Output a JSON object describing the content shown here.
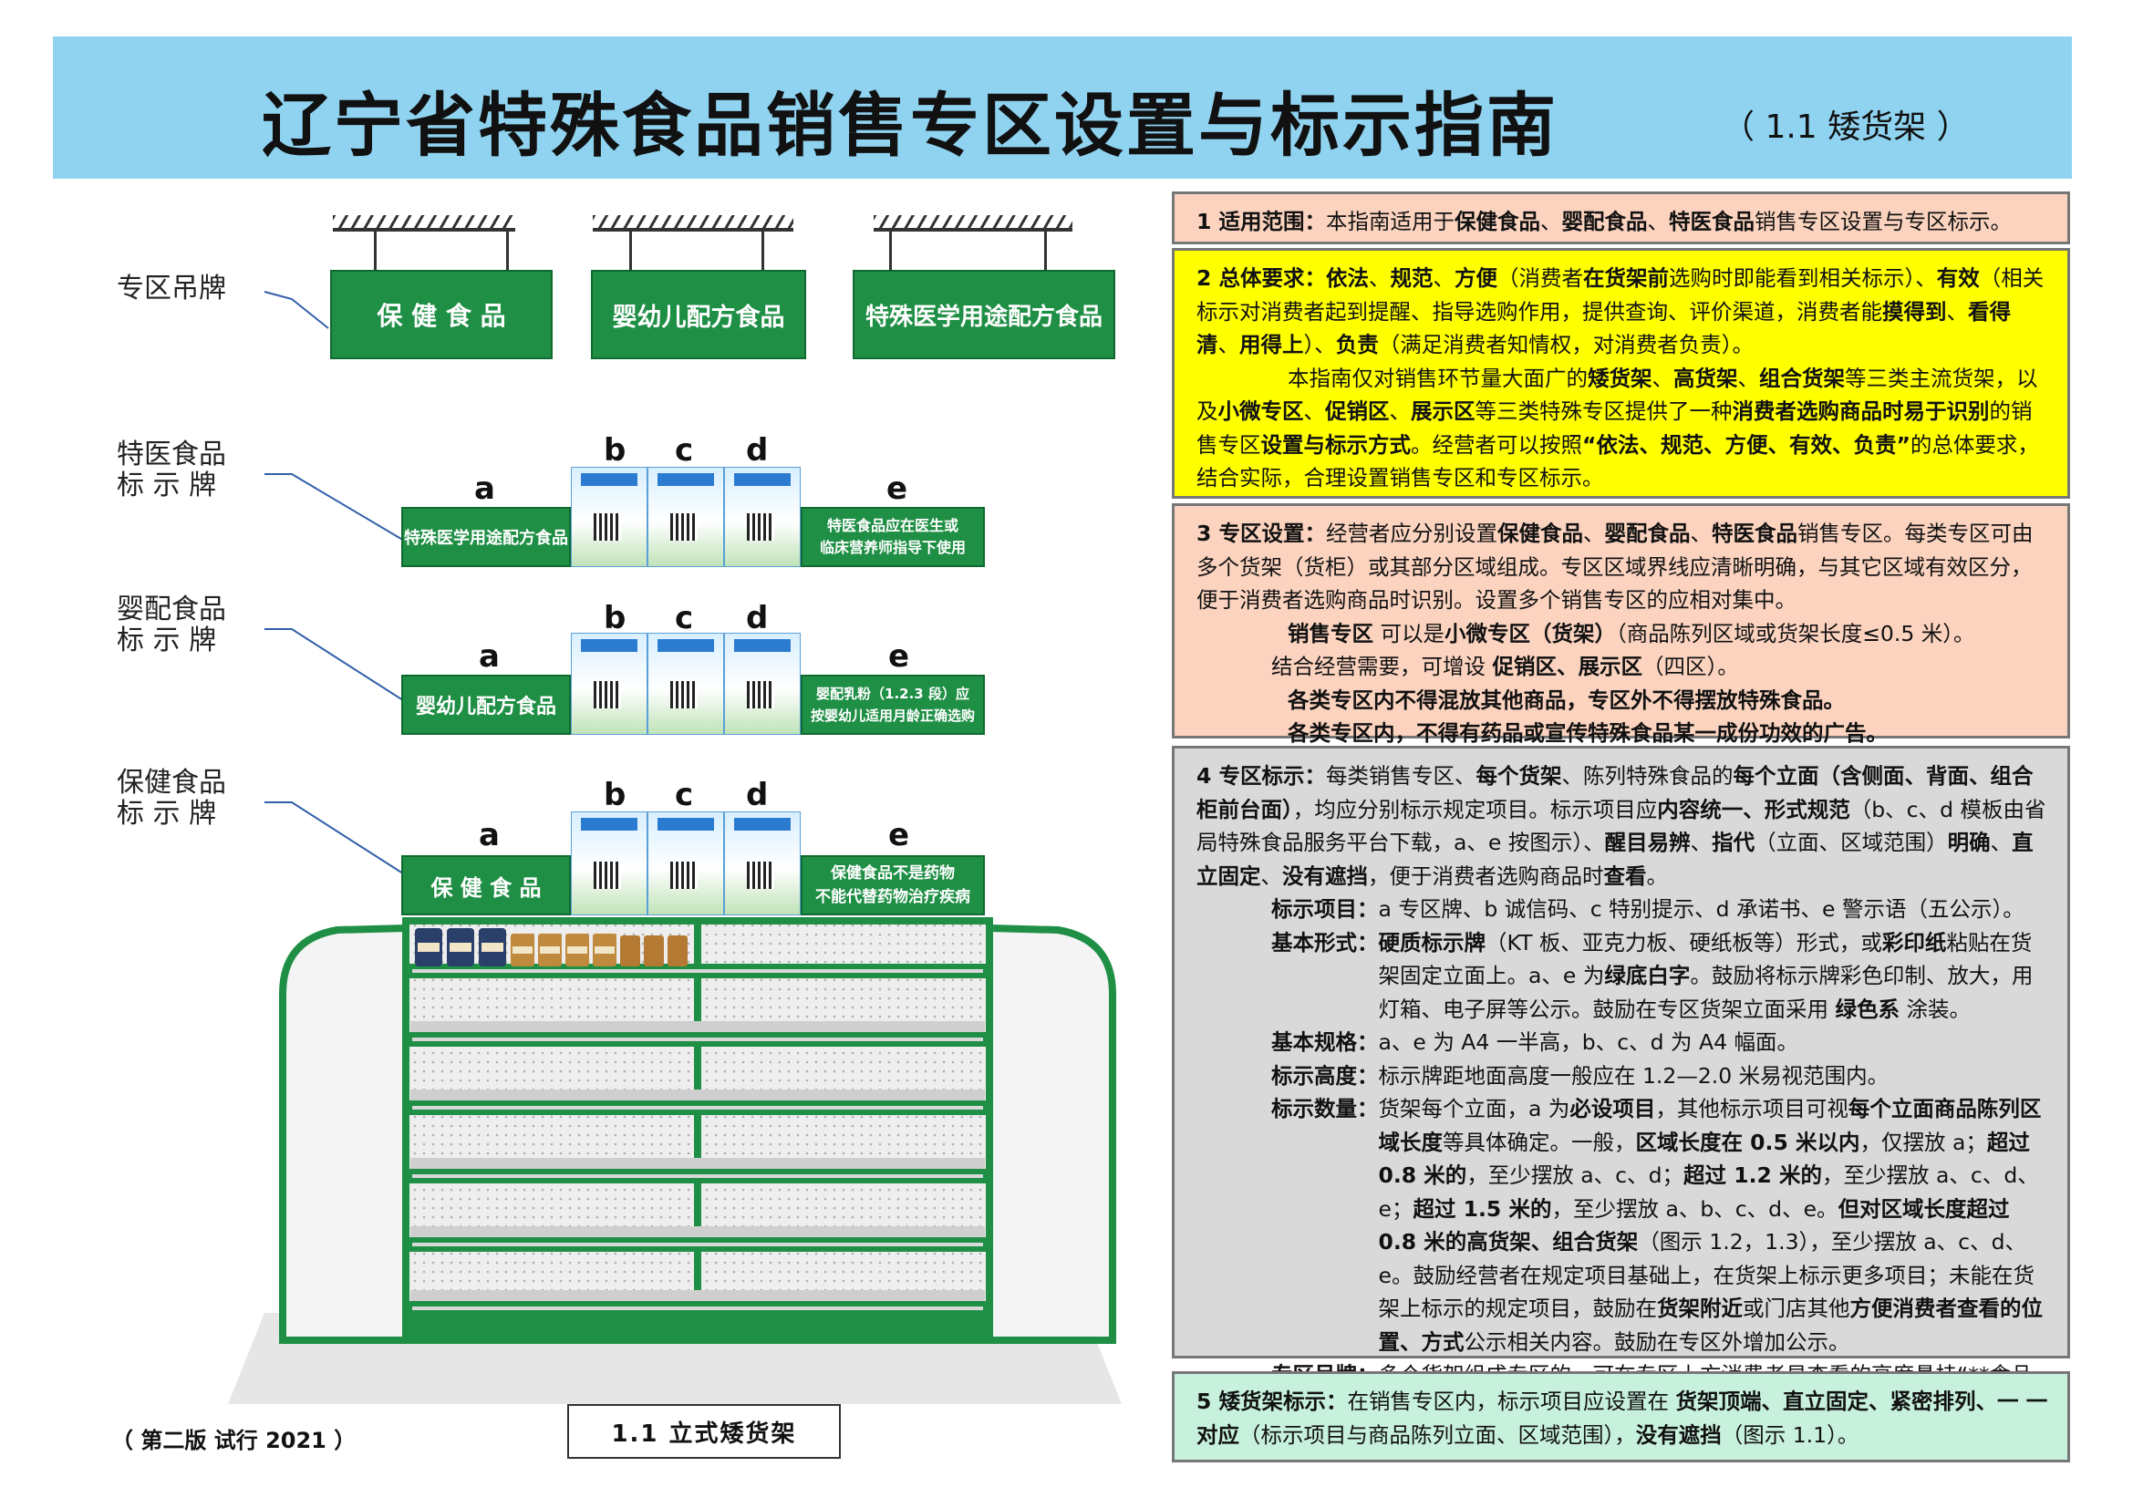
{
  "header": {
    "title": "辽宁省特殊食品销售专区设置与标示指南",
    "subtitle": "（ 1.1 矮货架 ）"
  },
  "left": {
    "labels": {
      "hanging": "专区吊牌",
      "medical_1": "特医食品",
      "medical_2": "标 示 牌",
      "infant_1": "婴配食品",
      "infant_2": "标 示 牌",
      "health_1": "保健食品",
      "health_2": "标 示 牌"
    },
    "hanging_signs": [
      "保 健 食 品",
      "婴幼儿配方食品",
      "特殊医学用途配方食品"
    ],
    "letters": {
      "a": "a",
      "b": "b",
      "c": "c",
      "d": "d",
      "e": "e"
    },
    "medical_row": {
      "a": "特殊医学用途配方食品",
      "e_line1": "特医食品应在医生或",
      "e_line2": "临床营养师指导下使用"
    },
    "infant_row": {
      "a": "婴幼儿配方食品",
      "e_line1": "婴配乳粉（1.2.3 段）应",
      "e_line2": "按婴幼儿适用月龄正确选购"
    },
    "health_row": {
      "a": "保 健 食 品",
      "e_line1": "保健食品不是药物",
      "e_line2": "不能代替药物治疗疾病"
    },
    "footer_note": "（ 第二版  试行  2021 ）",
    "caption": "1.1   立式矮货架"
  },
  "panels": {
    "p1": {
      "num": "1 适用范围：",
      "t1": "本指南适用于",
      "k1": "保健食品",
      "t2": "、",
      "k2": "婴配食品",
      "t3": "、",
      "k3": "特医食品",
      "t4": "销售专区设置与专区标示。"
    },
    "p2": {
      "num": "2 总体要求：",
      "k1": "依法",
      "s1": "、",
      "k2": "规范",
      "s2": "、",
      "k3": "方便",
      "t1": "（消费者",
      "k4": "在货架前",
      "t2": "选购时即能看到相关标示）、",
      "k5": "有效",
      "t3": "（相关标示对消费者起到提醒、指导选购作用，提供查询、评价渠道，消费者能",
      "k6": "摸得到",
      "s3": "、",
      "k7": "看得清",
      "s4": "、",
      "k8": "用得上",
      "t4": "）、",
      "k9": "负责",
      "t5": "（满足消费者知情权，对消费者负责）。",
      "para2_t1": "本指南仅对销售环节量大面广的",
      "para2_k1": "矮货架",
      "para2_s1": "、",
      "para2_k2": "高货架",
      "para2_s2": "、",
      "para2_k3": "组合货架",
      "para2_t2": "等三类主流货架，以及",
      "para2_k4": "小微专区",
      "para2_s3": "、",
      "para2_k5": "促销区",
      "para2_s4": "、",
      "para2_k6": "展示区",
      "para2_t3": "等三类特殊专区提供了一种",
      "para2_k7": "消费者选购商品时易于识别",
      "para2_t4": "的销售专区",
      "para2_k8": "设置与标示方式",
      "para2_t5": "。经营者可以按照",
      "para2_k9": "“依法、规范、方便、有效、负责”",
      "para2_t6": "的总体要求，结合实际，合理设置销售专区和专区标示。"
    },
    "p3": {
      "num": "3 专区设置：",
      "t1": "经营者应分别设置",
      "k1": "保健食品",
      "s1": "、",
      "k2": "婴配食品",
      "s2": "、",
      "k3": "特医食品",
      "t2": "销售专区。每类专区可由多个货架（货柜）或其部分区域组成。专区区域界线应清晰明确，与其它区域有效区分，便于消费者选购商品时识别。设置多个销售专区的应相对集中。",
      "l2_k1": "销售专区",
      "l2_t1": "可以是",
      "l2_k2": "小微专区（货架）",
      "l2_t2": "（商品陈列区域或货架长度≤0.5 米）。",
      "l3_t1": "结合经营需要，可增设",
      "l3_k1": "促销区、展示区",
      "l3_t2": "（四区）。",
      "l4": "各类专区内不得混放其他商品，专区外不得摆放特殊食品。",
      "l5": "各类专区内，不得有药品或宣传特殊食品某一成份功效的广告。"
    },
    "p4": {
      "num": "4 专区标示：",
      "t1": "每类销售专区、",
      "k1": "每个货架",
      "t2": "、陈列特殊食品的",
      "k2": "每个立面（含侧面、背面、组合柜前台面）",
      "t3": "，均应分别标示规定项目。标示项目应",
      "k3": "内容统一、形式规范",
      "t4": "（b、c、d 模板由省局特殊食品服务平台下载，a、e 按图示）、",
      "k4": "醒目易辨",
      "s1": "、",
      "k5": "指代",
      "t5": "（立面、区域范围）",
      "k6": "明确",
      "s2": "、",
      "k7": "直立固定",
      "s3": "、",
      "k8": "没有遮挡",
      "t6": "，便于消费者选购商品时",
      "k9": "查看",
      "t7": "。",
      "items_lbl": "标示项目：",
      "items_txt": "a 专区牌、b 诚信码、c 特别提示、d 承诺书、e 警示语（五公示）。",
      "form_lbl": "基本形式：",
      "form_k1": "硬质标示牌",
      "form_t1": "（KT 板、亚克力板、硬纸板等）形式，或",
      "form_k2": "彩印纸",
      "form_t2": "粘贴在货架固定立面上。a、e 为",
      "form_k3": "绿底白字",
      "form_t3": "。鼓励将标示牌彩色印制、放大，用灯箱、电子屏等公示。鼓励在专区货架立面采用 ",
      "form_k4": "绿色系",
      "form_t4": " 涂装。",
      "spec_lbl": "基本规格：",
      "spec_txt": "a、e 为 A4 一半高，b、c、d 为 A4 幅面。",
      "height_lbl": "标示高度：",
      "height_txt": "标示牌距地面高度一般应在 1.2—2.0 米易视范围内。",
      "count_lbl": "标示数量：",
      "count_t1": "货架每个立面，a 为",
      "count_k1": "必设项目",
      "count_t2": "，其他标示项目可视",
      "count_k2": "每个立面商品陈列区域长度",
      "count_t3": "等具体确定。一般，",
      "count_k3": "区域长度在 0.5 米以内",
      "count_t4": "，仅摆放 a；",
      "count_k4": "超过 0.8 米的",
      "count_t5": "，至少摆放 a、c、d；",
      "count_k5": "超过 1.2 米的",
      "count_t6": "，至少摆放 a、c、d、e；",
      "count_k6": "超过 1.5 米的",
      "count_t7": "，至少摆放 a、b、c、d、e。",
      "count_k7": "但对区域长度超过 0.8 米的高货架、组合货架",
      "count_t8": "（图示 1.2，1.3），至少摆放 a、c、d、e。鼓励经营者在规定项目基础上，在货架上标示更多项目；未能在货架上标示的规定项目，鼓励在",
      "count_k8": "货架附近",
      "count_t9": "或门店其他",
      "count_k9": "方便消费者查看的位置、方式",
      "count_t10": "公示相关内容。鼓励在专区外增加公示。",
      "hang_lbl": "专区吊牌：",
      "hang_txt": "多个货架组成专区的，可在专区上方消费者易查看的高度悬挂“**食品（销售专区）”吊牌。"
    },
    "p5": {
      "num": "5 矮货架标示：",
      "t1": "在销售专区内，标示项目应设置在 ",
      "k1": "货架顶端、直立固定、紧密排列、一 一对应",
      "t2": "（标示项目与商品陈列立面、区域范围），",
      "k2": "没有遮挡",
      "t3": "（图示 1.1）。"
    }
  },
  "colors": {
    "header_bg": "#8fd3f0",
    "sign_green": "#1f8f45",
    "panel1_bg": "#fbd3bf",
    "panel2_bg": "#ffff00",
    "panel4_bg": "#d9d9d9",
    "panel5_bg": "#c7f0dd"
  }
}
